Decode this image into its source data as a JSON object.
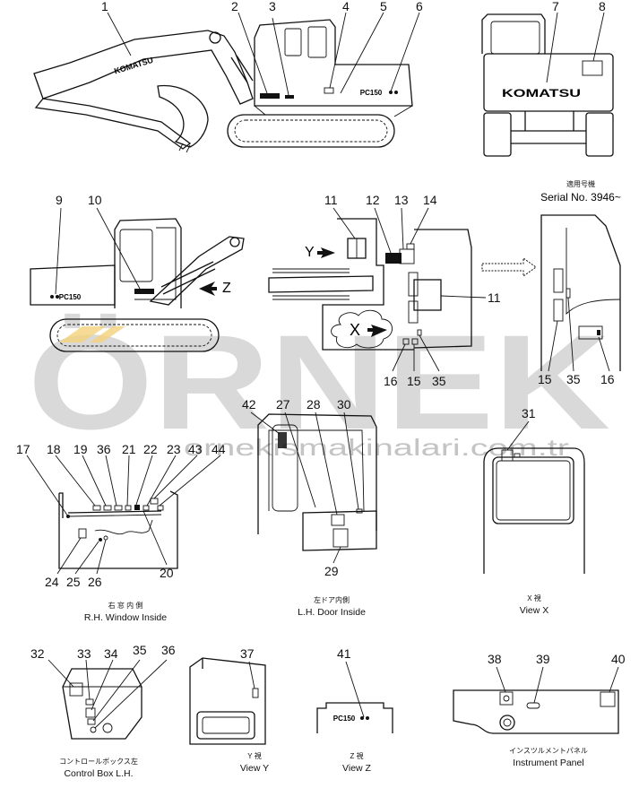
{
  "watermark": {
    "brand": "ÖRNEK",
    "site": "ornekismakinalari.com.tr",
    "accent": "#f2d27a"
  },
  "serial_note": {
    "jp": "適用号機",
    "text": "Serial No. 3946~"
  },
  "brand_labels": {
    "boom": "KOMATSU",
    "cab_rear": "KOMATSU"
  },
  "model_labels": {
    "side": "PC150",
    "left": "PC150",
    "view_z": "PC150"
  },
  "view_markers": {
    "y": "Y",
    "x": "X",
    "z": "Z"
  },
  "callouts": {
    "c1": "1",
    "c2": "2",
    "c3": "3",
    "c4": "4",
    "c5": "5",
    "c6": "6",
    "c7": "7",
    "c8": "8",
    "c9": "9",
    "c10": "10",
    "c11a": "11",
    "c11b": "11",
    "c12": "12",
    "c13": "13",
    "c14": "14",
    "c15a": "15",
    "c15b": "15",
    "c16a": "16",
    "c16b": "16",
    "c17": "17",
    "c18": "18",
    "c19": "19",
    "c20": "20",
    "c21": "21",
    "c22": "22",
    "c23": "23",
    "c24": "24",
    "c25": "25",
    "c26": "26",
    "c27": "27",
    "c28": "28",
    "c29": "29",
    "c30": "30",
    "c31": "31",
    "c32": "32",
    "c33": "33",
    "c34": "34",
    "c35a": "35",
    "c35b": "35",
    "c35c": "35",
    "c36a": "36",
    "c36b": "36",
    "c37": "37",
    "c38": "38",
    "c39": "39",
    "c40": "40",
    "c41": "41",
    "c42": "42",
    "c43": "43",
    "c44": "44"
  },
  "captions": {
    "rh_window": {
      "jp": "右 窓 内 側",
      "en": "R.H. Window Inside"
    },
    "lh_door": {
      "jp": "左ドア内側",
      "en": "L.H. Door Inside"
    },
    "view_x": {
      "jp": "X 視",
      "en": "View X"
    },
    "control_box": {
      "jp": "コントロールボックス左",
      "en": "Control Box L.H."
    },
    "view_y": {
      "jp": "Y 視",
      "en": "View Y"
    },
    "view_z": {
      "jp": "Z 視",
      "en": "View Z"
    },
    "instrument_panel": {
      "jp": "インスツルメントパネル",
      "en": "Instrument Panel"
    }
  }
}
